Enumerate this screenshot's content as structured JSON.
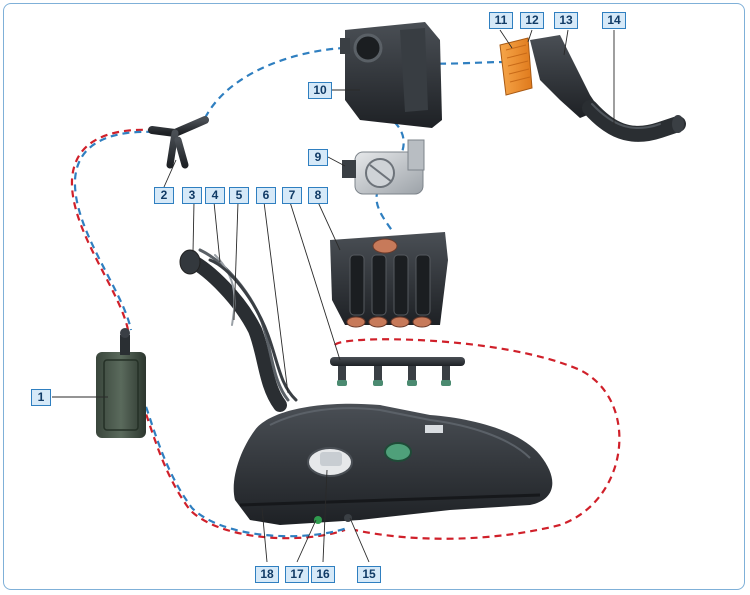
{
  "callouts": {
    "c1": "1",
    "c2": "2",
    "c3": "3",
    "c4": "4",
    "c5": "5",
    "c6": "6",
    "c7": "7",
    "c8": "8",
    "c9": "9",
    "c10": "10",
    "c11": "11",
    "c12": "12",
    "c13": "13",
    "c14": "14",
    "c15": "15",
    "c16": "16",
    "c17": "17",
    "c18": "18"
  },
  "colors": {
    "frame": "#7fb0d8",
    "label_border": "#2f7fc0",
    "label_fill": "#d6e9f8",
    "vapor_line_red": "#d0202a",
    "air_line_blue": "#2f7fc0",
    "part_dark": "#2b2f33",
    "filter_orange": "#f08a2a"
  }
}
